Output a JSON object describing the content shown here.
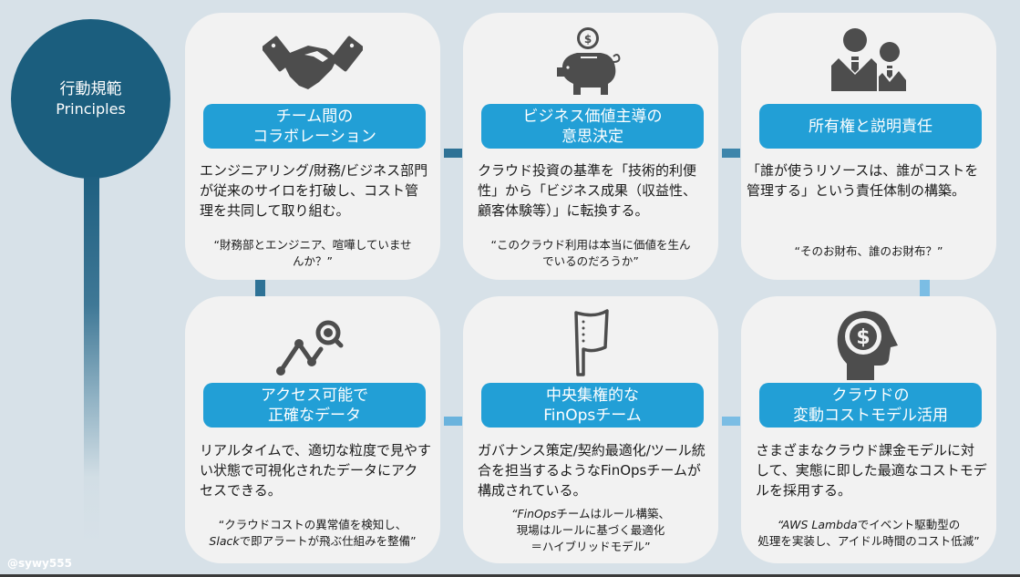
{
  "hub": {
    "title_ja": "行動規範",
    "title_en": "Principles",
    "color": "#1b5e7e"
  },
  "watermark": "@sywy555",
  "colors": {
    "background": "#d7e1e8",
    "card": "#f2f2f2",
    "title_bar": "#229fd6",
    "icon": "#4d4d4d",
    "connector_dark": "#2e7296",
    "connector_light": "#7bbde4"
  },
  "cards": [
    {
      "icon": "handshake-icon",
      "title_line1": "チーム間の",
      "title_line2": "コラボレーション",
      "body": "エンジニアリング/財務/ビジネス部門が従来のサイロを打破し、コスト管理を共同して取り組む。",
      "quote_line1": "“財務部とエンジニア、喧嘩していませ",
      "quote_line2": "んか？”"
    },
    {
      "icon": "piggy-bank-icon",
      "title_line1": "ビジネス価値主導の",
      "title_line2": "意思決定",
      "body": "クラウド投資の基準を「技術的利便性」から「ビジネス成果（収益性、顧客体験等）」に転換する。",
      "quote_line1": "“このクラウド利用は本当に価値を生ん",
      "quote_line2": "でいるのだろうか”"
    },
    {
      "icon": "people-icon",
      "title_line1": "所有権と説明責任",
      "title_line2": "",
      "body": "「誰が使うリソースは、誰がコストを管理する」という責任体制の構築。",
      "quote_line1": "“そのお財布、誰のお財布？”",
      "quote_line2": ""
    },
    {
      "icon": "chart-search-icon",
      "title_line1": "アクセス可能で",
      "title_line2": "正確なデータ",
      "body": "リアルタイムで、適切な粒度で見やすい状態で可視化されたデータにアクセスできる。",
      "quote_line1": "“クラウドコストの異常値を検知し、",
      "quote_italic": "Slack",
      "quote_line2": "で即アラートが飛ぶ仕組みを整備”"
    },
    {
      "icon": "flag-icon",
      "title_line1": "中央集権的な",
      "title_line2": "FinOpsチーム",
      "body": "ガバナンス策定/契約最適化/ツール統合を担当するようなFinOpsチームが構成されている。",
      "quote_italic": "“FinOps",
      "quote_line1": "チームはルール構築、",
      "quote_line2": "現場はルールに基づく最適化",
      "quote_line3": "＝ハイブリッドモデル”"
    },
    {
      "icon": "head-dollar-icon",
      "title_line1": "クラウドの",
      "title_line2": "変動コストモデル活用",
      "body": "さまざまなクラウド課金モデルに対して、実態に即した最適なコストモデルを採用する。",
      "quote_italic": "“AWS Lambda",
      "quote_line1": "でイベント駆動型の",
      "quote_line2": "処理を実装し、アイドル時間のコスト低減”"
    }
  ]
}
